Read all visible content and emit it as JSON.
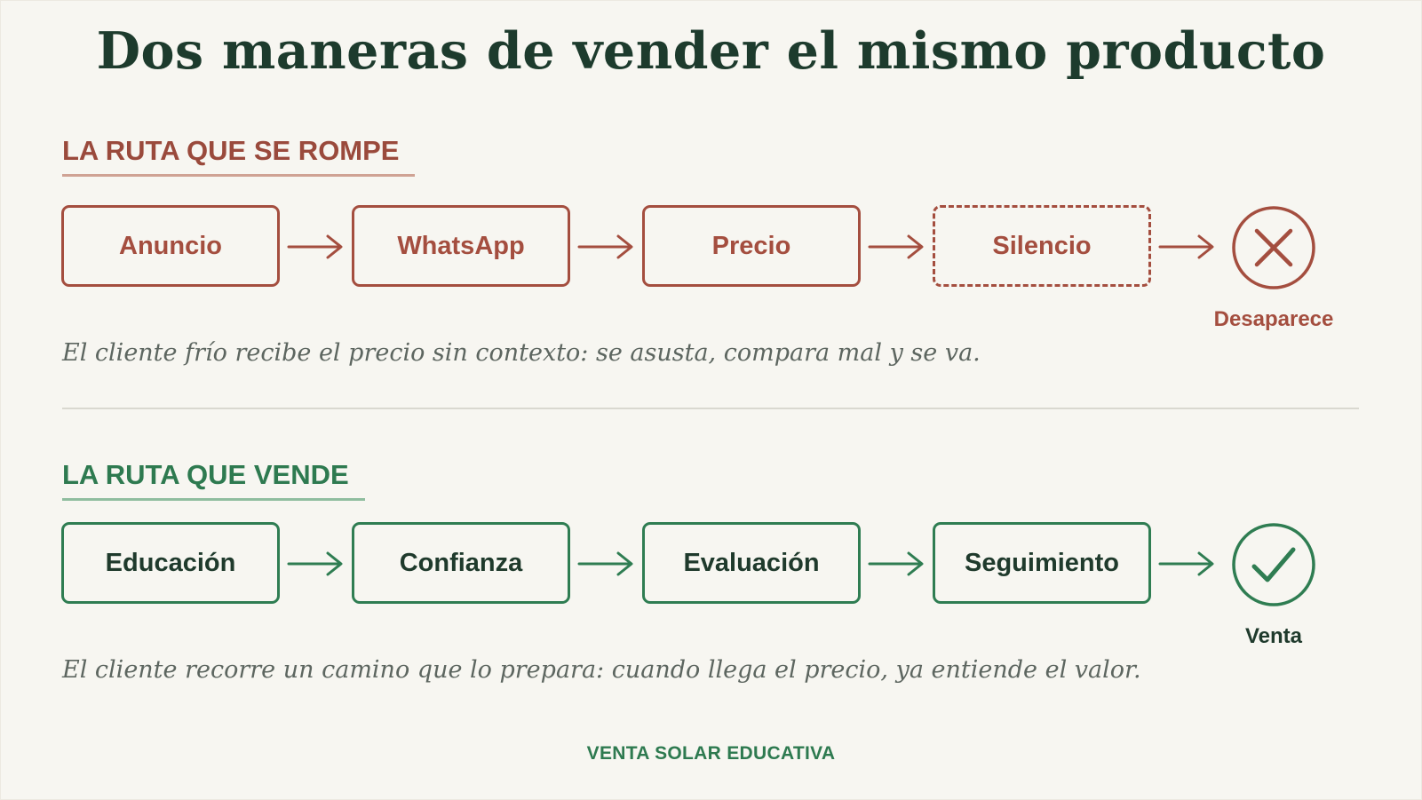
{
  "title": "Dos maneras de vender el mismo producto",
  "colors": {
    "bad_accent": "#a44e3f",
    "good_accent": "#2f7d52",
    "title_color": "#1d3b2d",
    "background": "#f7f6f1"
  },
  "bad_route": {
    "heading": "LA RUTA QUE SE ROMPE",
    "steps": [
      {
        "label": "Anuncio",
        "style": "solid"
      },
      {
        "label": "WhatsApp",
        "style": "solid"
      },
      {
        "label": "Precio",
        "style": "solid"
      },
      {
        "label": "Silencio",
        "style": "dashed"
      }
    ],
    "end": {
      "icon": "x-circle-icon",
      "label": "Desaparece"
    },
    "caption": "El cliente frío recibe el precio sin contexto: se asusta, compara mal y se va."
  },
  "good_route": {
    "heading": "LA RUTA QUE VENDE",
    "steps": [
      {
        "label": "Educación",
        "style": "solid"
      },
      {
        "label": "Confianza",
        "style": "solid"
      },
      {
        "label": "Evaluación",
        "style": "solid"
      },
      {
        "label": "Seguimiento",
        "style": "solid"
      }
    ],
    "end": {
      "icon": "check-circle-icon",
      "label": "Venta"
    },
    "caption": "El cliente recorre un camino que lo prepara: cuando llega el precio, ya entiende el valor."
  },
  "footer": "VENTA SOLAR EDUCATIVA"
}
